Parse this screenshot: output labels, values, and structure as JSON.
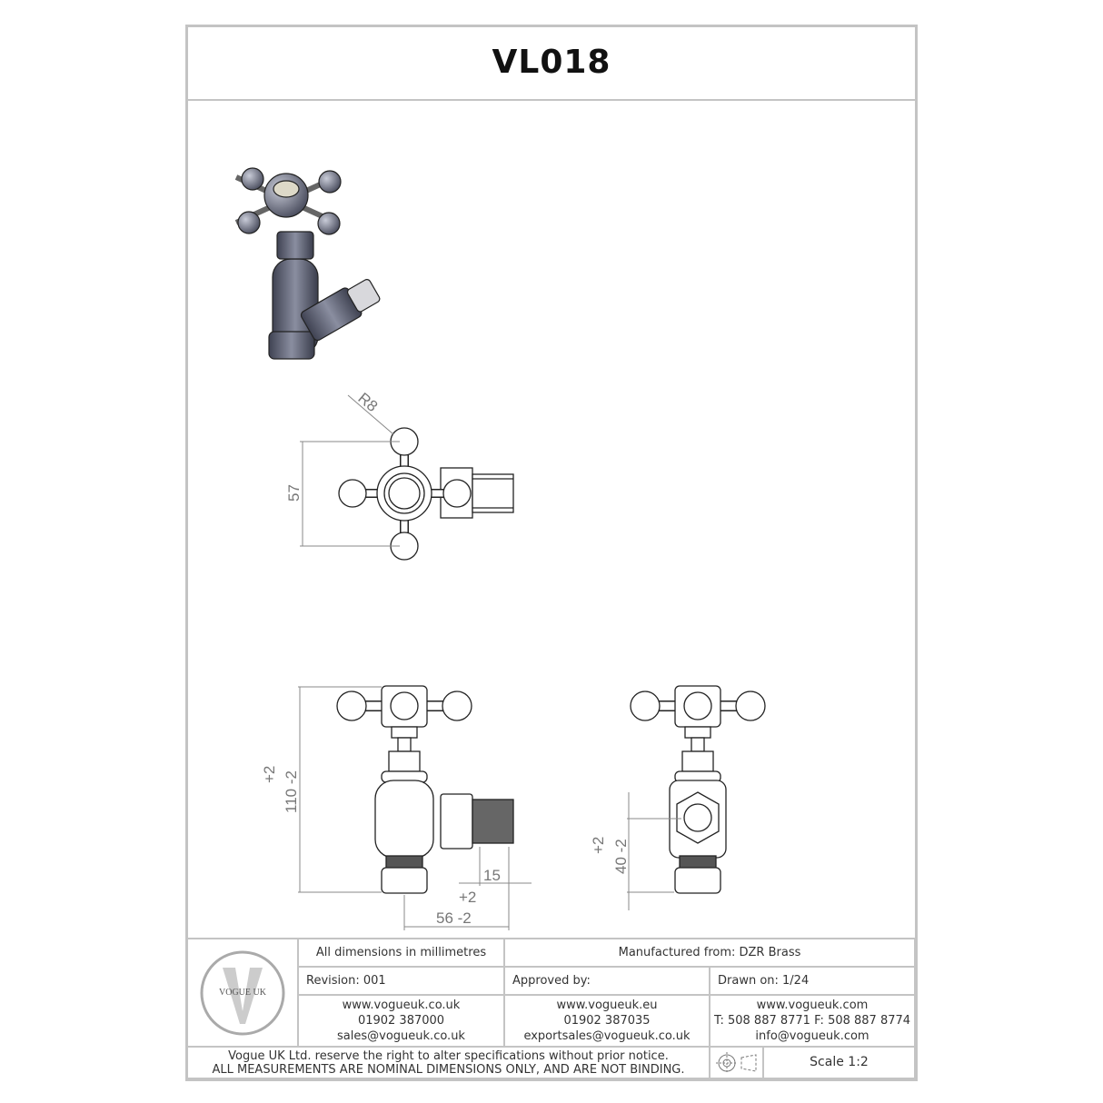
{
  "title": "VL018",
  "dimensions": {
    "radius": "R8",
    "height_top_view": "57",
    "overall_height_tol": "+2",
    "overall_height": "110 -2",
    "thread_length": "15",
    "overall_width_tol": "+2",
    "overall_width": "56 -2",
    "centre_height_tol": "+2",
    "centre_height": "40 -2"
  },
  "title_block": {
    "logo_text": "VOGUE UK",
    "units_note": "All dimensions in millimetres",
    "material": "Manufactured from: DZR  Brass",
    "revision": "Revision: 001",
    "approved_by": "Approved by:",
    "drawn_on": "Drawn on: 1/24",
    "contact_uk": [
      "www.vogueuk.co.uk",
      "01902 387000",
      "sales@vogueuk.co.uk"
    ],
    "contact_eu": [
      "www.vogueuk.eu",
      "01902 387035",
      "exportsales@vogueuk.co.uk"
    ],
    "contact_com": [
      "www.vogueuk.com",
      "T: 508 887 8771 F: 508 887 8774",
      "info@vogueuk.com"
    ],
    "disclaimer_1": "Vogue UK Ltd. reserve the right to alter specifications without prior notice.",
    "disclaimer_2": "ALL MEASUREMENTS ARE NOMINAL DIMENSIONS ONLY, AND ARE NOT BINDING.",
    "projection_icon": "third-angle-projection-icon",
    "scale": "Scale 1:2"
  }
}
